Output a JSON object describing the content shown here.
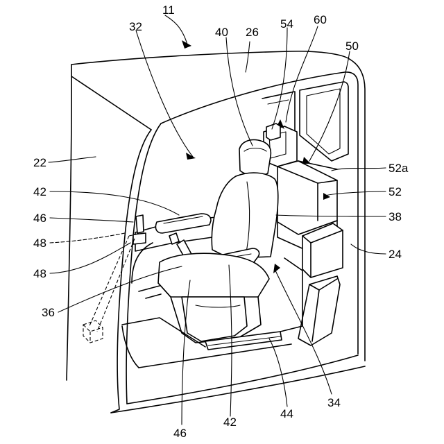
{
  "refs": {
    "r11": "11",
    "r32": "32",
    "r40": "40",
    "r26": "26",
    "r54": "54",
    "r60": "60",
    "r50": "50",
    "r22": "22",
    "r52a": "52a",
    "r42a": "42",
    "r52": "52",
    "r46a": "46",
    "r38": "38",
    "r48a": "48",
    "r24": "24",
    "r48b": "48",
    "r36": "36",
    "r34": "34",
    "r44": "44",
    "r42b": "42",
    "r46b": "46"
  }
}
